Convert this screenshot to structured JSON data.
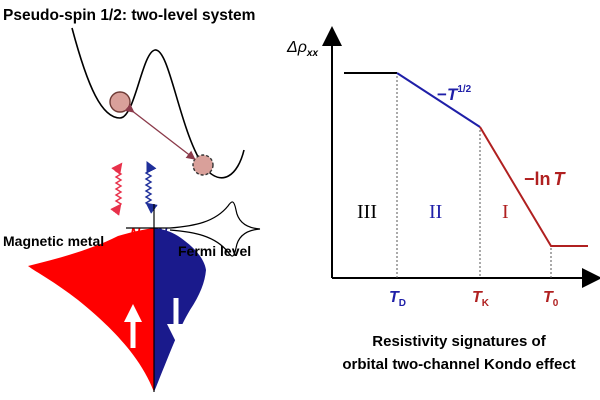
{
  "left_panel": {
    "title": "Pseudo-spin 1/2: two-level system",
    "magnetic_metal_label": "Magnetic metal",
    "fermi_level_label": "Fermi level",
    "n_up_label": "N",
    "n_up_sub": "↑",
    "n_down_label": "N",
    "n_down_sub": "↓",
    "colors": {
      "spin_up": "#ff0000",
      "spin_down": "#1a1a8c",
      "ball": "#d9a09a",
      "arrow_link": "#8b3a4a"
    }
  },
  "right_panel": {
    "y_axis_label": "Δρ",
    "y_axis_sub": "xx",
    "regions": [
      "III",
      "II",
      "I"
    ],
    "x_ticks": [
      {
        "main": "T",
        "sub": "D"
      },
      {
        "main": "T",
        "sub": "K"
      },
      {
        "main": "T",
        "sub": "0"
      }
    ],
    "law_power": {
      "prefix": "−",
      "main": "T",
      "exp": "1/2"
    },
    "law_log": {
      "text": "−ln",
      "main": "T"
    },
    "caption_line1": "Resistivity signatures of",
    "caption_line2": "orbital two-channel Kondo effect",
    "colors": {
      "region_III": "#000000",
      "region_II": "#1f1fa8",
      "region_I": "#b02020"
    }
  }
}
